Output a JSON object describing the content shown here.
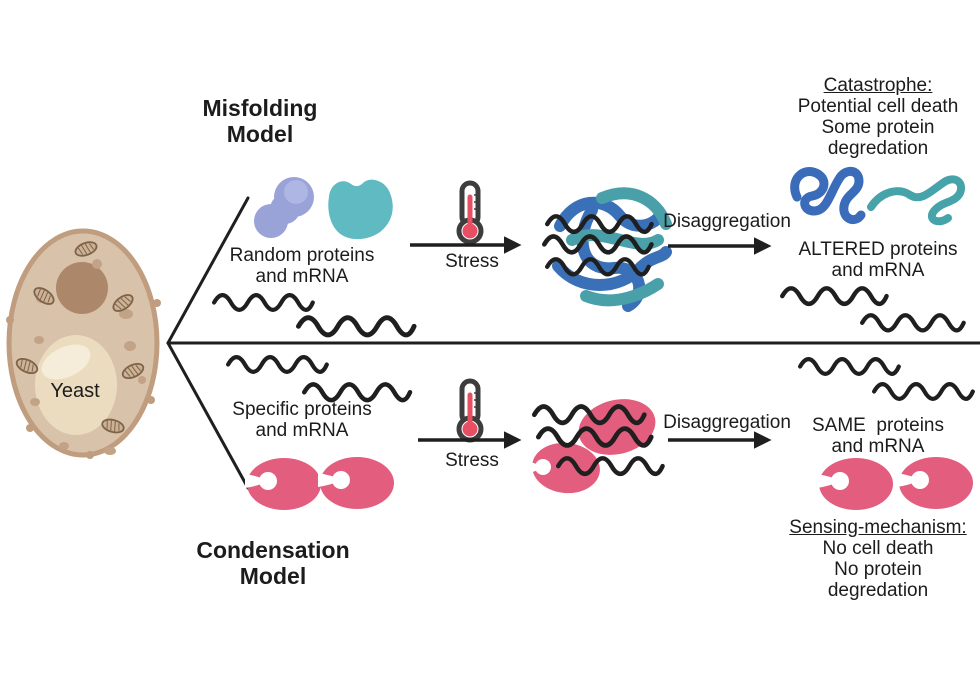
{
  "figure": {
    "yeast_label": "Yeast",
    "misfolding": {
      "title": "Misfolding\nModel",
      "input_label": "Random proteins\nand mRNA",
      "stress_label": "Stress",
      "disaggregation_label": "Disaggregation",
      "outcome_heading": "Catastrophe:",
      "outcome_body": "Potential cell death\nSome protein\ndegredation",
      "result_label": "ALTERED proteins\nand mRNA"
    },
    "condensation": {
      "title": "Condensation\nModel",
      "input_label": "Specific proteins\nand mRNA",
      "stress_label": "Stress",
      "disaggregation_label": "Disaggregation",
      "result_label": "SAME  proteins\nand mRNA",
      "outcome_heading": "Sensing-mechanism:",
      "outcome_body": "No cell death\nNo protein\ndegredation"
    },
    "colors": {
      "periwinkle_protein": "#99a3d8",
      "periwinkle_highlight": "#aeb6e3",
      "teal_protein": "#5fbac2",
      "tangle_blue": "#3a70b7",
      "tangle_teal": "#4aa0a8",
      "altered_blue": "#3a6cba",
      "altered_teal": "#47a3aa",
      "pink_protein": "#e25d7e",
      "mrna_black": "#1f1f1f",
      "thermometer_red": "#e94f63",
      "thermometer_outline": "#3d3d3d",
      "yeast_body": "#d8c2aa",
      "yeast_membrane": "#bf9d7e",
      "yeast_nucleus": "#ad8769",
      "yeast_vacuole": "#ebdcc0"
    }
  }
}
